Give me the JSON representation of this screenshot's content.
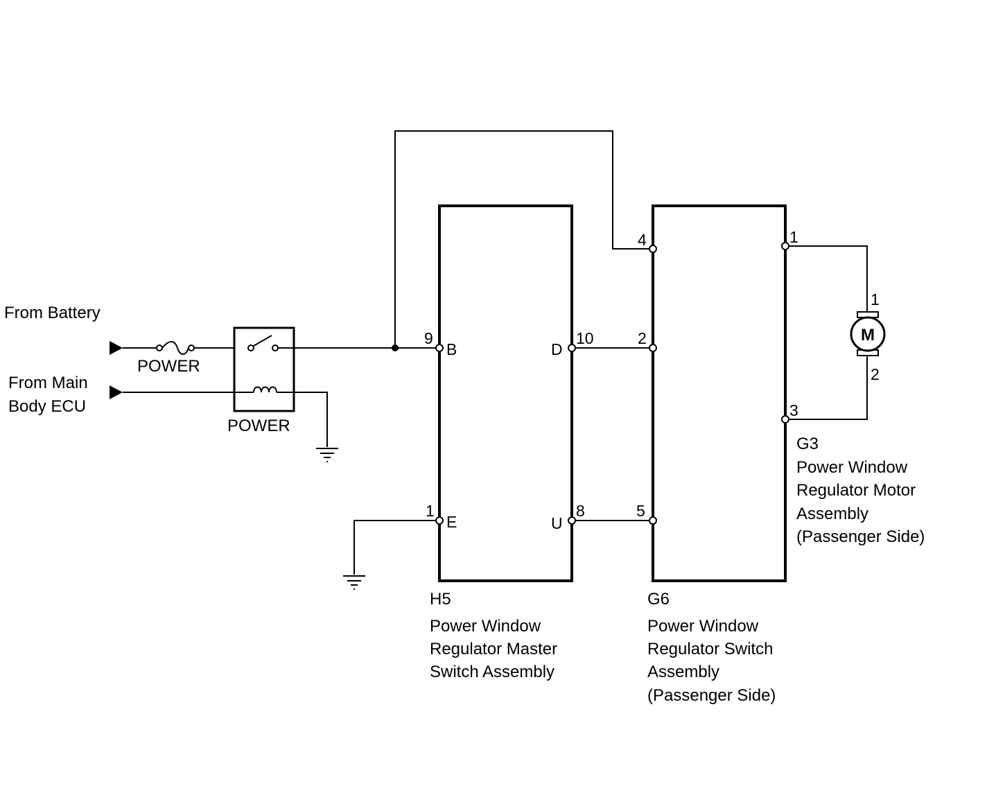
{
  "inputs": {
    "battery": "From Battery",
    "body_ecu_line1": "From Main",
    "body_ecu_line2": "Body ECU"
  },
  "fuse_label": "POWER",
  "relay_label": "POWER",
  "h5": {
    "code": "H5",
    "name_lines": [
      "Power Window",
      "Regulator Master",
      "Switch Assembly"
    ],
    "pins": {
      "b_num": "9",
      "b_name": "B",
      "e_num": "1",
      "e_name": "E",
      "d_num": "10",
      "d_name": "D",
      "u_num": "8",
      "u_name": "U"
    }
  },
  "g6": {
    "code": "G6",
    "name_lines": [
      "Power Window",
      "Regulator Switch",
      "Assembly",
      "(Passenger Side)"
    ],
    "pins": {
      "p4": "4",
      "p2": "2",
      "p5": "5",
      "p1": "1",
      "p3": "3"
    }
  },
  "g3": {
    "code": "G3",
    "name_lines": [
      "Power Window",
      "Regulator Motor",
      "Assembly",
      "(Passenger Side)"
    ],
    "motor_symbol": "M",
    "pins": {
      "top": "1",
      "bottom": "2"
    }
  }
}
